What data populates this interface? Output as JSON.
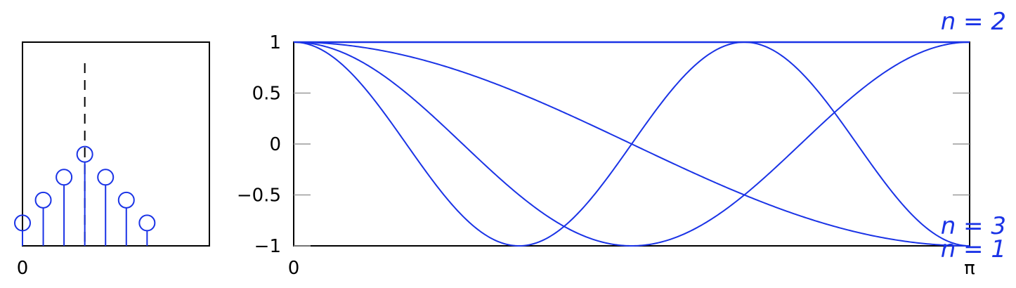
{
  "colors": {
    "curve": "#1a33e6",
    "axis": "#000000",
    "tick": "#9a9a9a"
  },
  "chart_data": [
    {
      "type": "stem",
      "x": [
        -3,
        -2,
        -1,
        0,
        1,
        2,
        3
      ],
      "values": [
        1,
        2,
        3,
        4,
        3,
        2,
        1
      ],
      "xlim": [
        -3,
        6
      ],
      "ylim": [
        0,
        8.9
      ],
      "center_line_x": 0,
      "tick_labels": [
        {
          "x": -3,
          "label": "0"
        }
      ],
      "grid": false
    },
    {
      "type": "line",
      "xlim": [
        0,
        3.14159
      ],
      "ylim": [
        -1,
        1
      ],
      "x_tick_labels": [
        {
          "x": 0,
          "label": "0"
        },
        {
          "x": 3.14159,
          "label": "π"
        }
      ],
      "y_ticks": [
        -1,
        -0.5,
        0,
        0.5,
        1
      ],
      "y_tick_labels": [
        "−1",
        "−0.5",
        "0",
        "0.5",
        "1"
      ],
      "series": [
        {
          "function": "cos(0x)",
          "label": ""
        },
        {
          "function": "cos(1x)",
          "label": "n = 1"
        },
        {
          "function": "cos(2x)",
          "label": "n = 2"
        },
        {
          "function": "cos(3x)",
          "label": "n = 3"
        }
      ],
      "grid": false
    }
  ]
}
